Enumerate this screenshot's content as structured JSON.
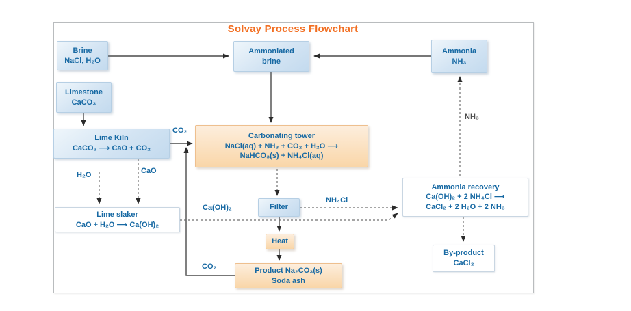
{
  "title": "Solvay Process Flowchart",
  "nodes": {
    "brine": {
      "lines": [
        "Brine",
        "NaCl, H₂O"
      ]
    },
    "limestone": {
      "lines": [
        "Limestone",
        "CaCO₃"
      ]
    },
    "lime_kiln": {
      "lines": [
        "Lime Kiln",
        "CaCO₃ ⟶ CaO + CO₂"
      ]
    },
    "lime_slaker": {
      "lines": [
        "Lime slaker",
        "CaO + H₂O ⟶ Ca(OH)₂"
      ]
    },
    "ammoniated_brine": {
      "lines": [
        "Ammoniated",
        "brine"
      ]
    },
    "carbonating_tower": {
      "lines": [
        "Carbonating tower",
        "NaCl(aq) + NH₃ + CO₂ + H₂O ⟶",
        "NaHCO₃(s) + NH₄Cl(aq)"
      ]
    },
    "filter": {
      "lines": [
        "Filter"
      ]
    },
    "heat": {
      "lines": [
        "Heat"
      ]
    },
    "product": {
      "lines": [
        "Product Na₂CO₃(s)",
        "Soda ash"
      ]
    },
    "ammonia": {
      "lines": [
        "Ammonia",
        "NH₃"
      ]
    },
    "ammonia_recovery": {
      "lines": [
        "Ammonia recovery",
        "Ca(OH)₂ + 2 NH₄Cl  ⟶",
        "CaCl₂ + 2 H₂O + 2 NH₃"
      ]
    },
    "by_product": {
      "lines": [
        "By-product",
        "CaCl₂"
      ]
    }
  },
  "flow_labels": {
    "co2_kiln": "CO₂",
    "h2o": "H₂O",
    "cao": "CaO",
    "caoh2": "Ca(OH)₂",
    "nh4cl": "NH₄Cl",
    "nh3": "NH₃",
    "co2_recycle": "CO₂"
  },
  "colors": {
    "title_orange": "#f26e21",
    "text_blue": "#1769a3",
    "blue_box_bg": "#d3e4f3",
    "orange_box_bg": "#f9d6a8",
    "white_box_bg": "#ffffff",
    "label_gray": "#4d4d4d",
    "arrow_dark": "#3f3f3f",
    "arrow_dashed": "#6f6f6f"
  }
}
